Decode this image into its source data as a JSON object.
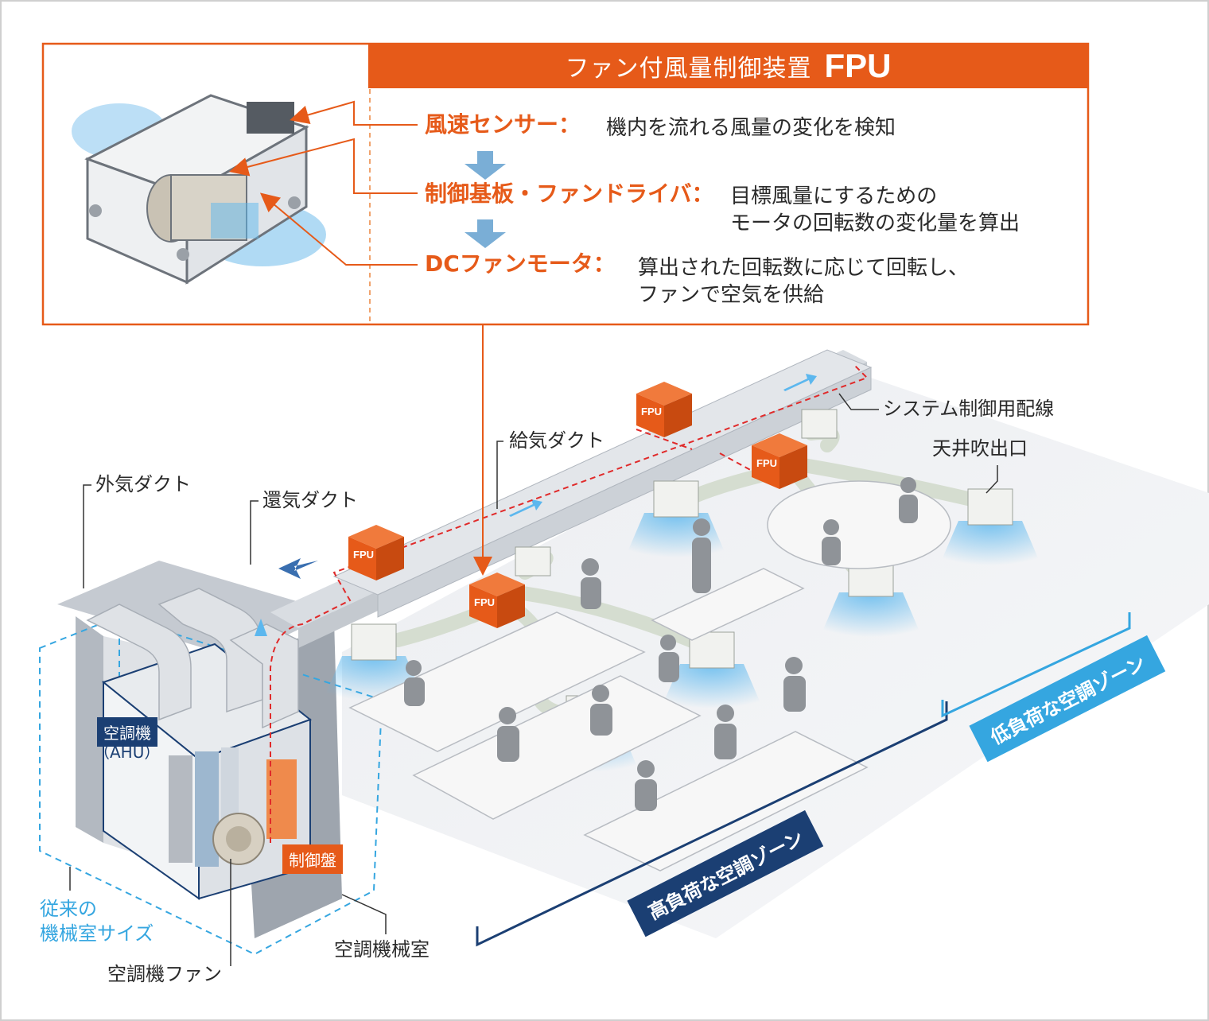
{
  "fpu_panel": {
    "title": "ファン付風量制御装置",
    "title_code": "FPU",
    "steps": [
      {
        "name": "風速センサー",
        "sep": "：",
        "desc": "機内を流れる風量の変化を検知"
      },
      {
        "name": "制御基板・ファンドライバ",
        "sep": "：",
        "desc": "目標風量にするための\nモータの回転数の変化量を算出"
      },
      {
        "name": "DCファンモータ",
        "sep": "：",
        "desc": "算出された回転数に応じて回転し、\nファンで空気を供給"
      }
    ]
  },
  "callouts": {
    "system_wiring": "システム制御用配線",
    "supply_duct": "給気ダクト",
    "ceiling_outlet": "天井吹出口",
    "outside_air_duct": "外気ダクト",
    "return_duct": "還気ダクト",
    "ahu_room": "空調機械室",
    "ahu_fan": "空調機ファン"
  },
  "ahu": {
    "label": "空調機",
    "label_en": "（AHU）",
    "control_panel": "制御盤"
  },
  "legacy_room": "従来の\n機械室サイズ",
  "zones": {
    "high_load": "高負荷な空調ゾーン",
    "low_load": "低負荷な空調ゾーン"
  },
  "fpu_unit_label": "FPU",
  "colors": {
    "accent_orange": "#e65a19",
    "navy": "#1b3f73",
    "sky_blue": "#35a6e0",
    "duct_gray": "#d7dbe0"
  }
}
